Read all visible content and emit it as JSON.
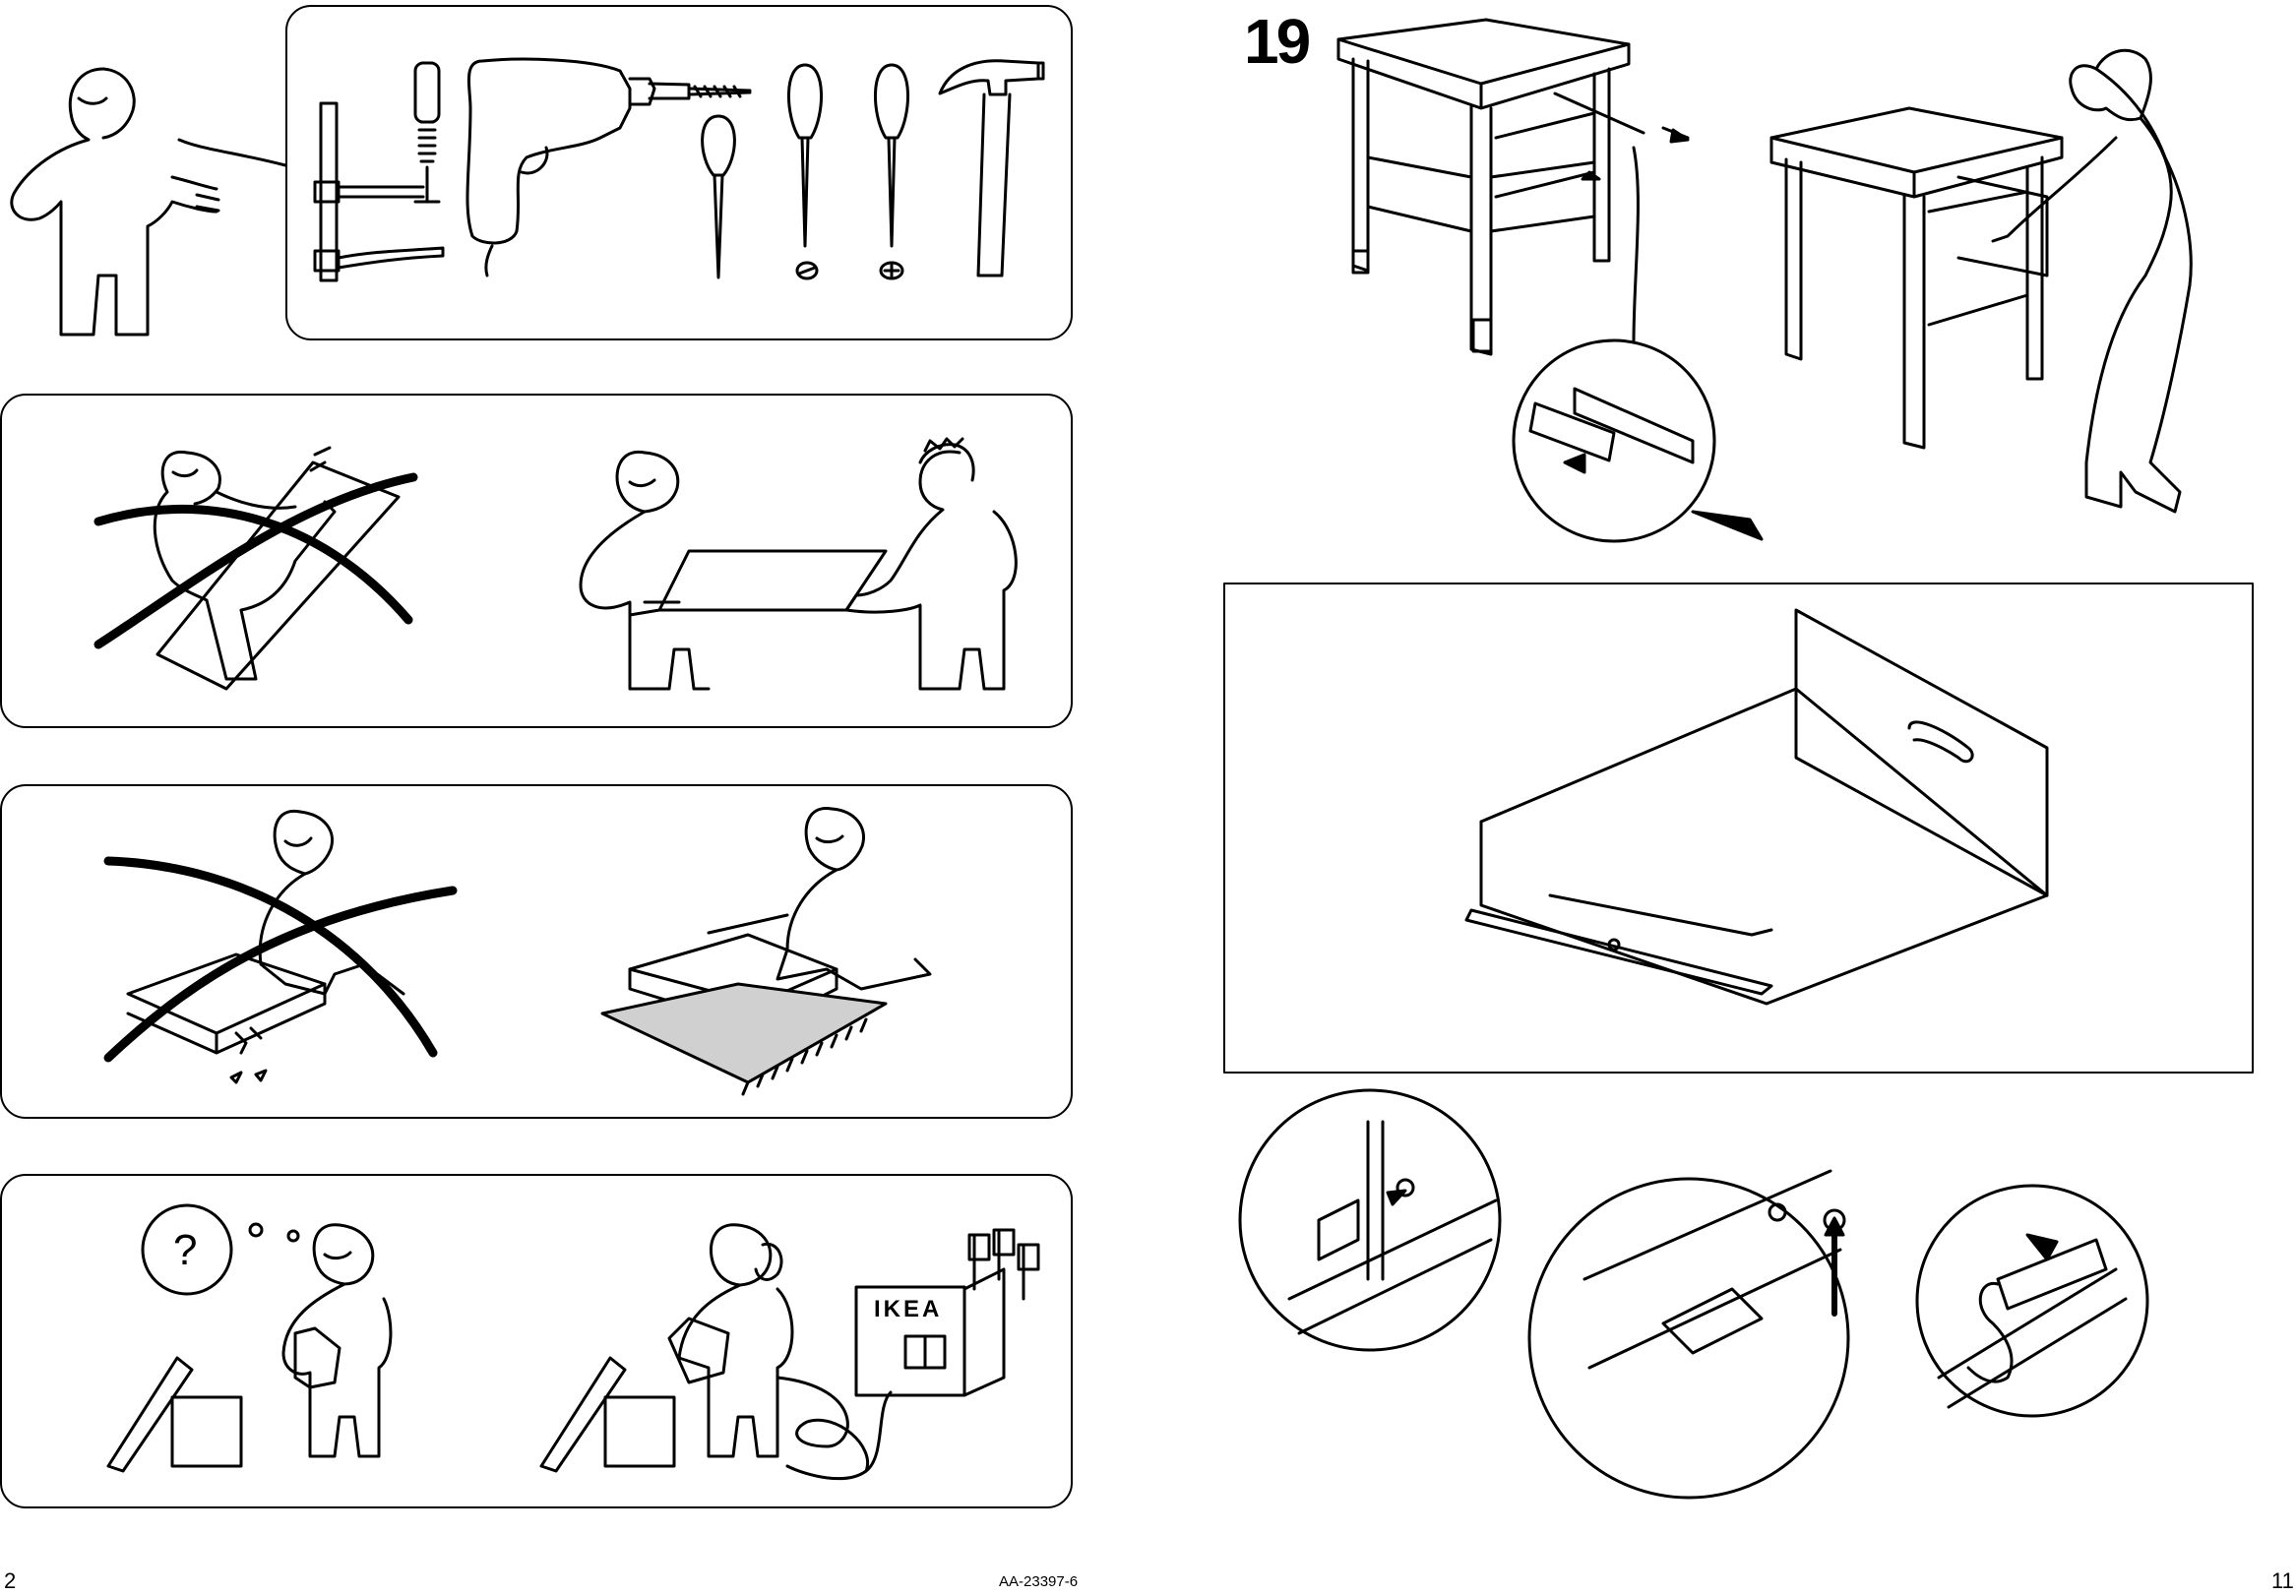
{
  "step": {
    "number": "19"
  },
  "footer": {
    "page_left": "2",
    "doc_code": "AA-23397-6",
    "page_right": "11"
  },
  "illustration_text": {
    "question_mark": "?",
    "store_sign": "IKEA"
  },
  "icons": {
    "panel1": [
      "mascot-pointing-icon",
      "bar-clamp-icon",
      "power-drill-icon",
      "awl-icon",
      "flathead-screwdriver-icon",
      "phillips-screwdriver-icon",
      "hammer-icon"
    ],
    "panel2": [
      "one-person-carry-crossed-icon",
      "two-person-carry-icon"
    ],
    "panel3": [
      "assembly-on-hard-floor-crossed-icon",
      "assembly-on-rug-icon"
    ],
    "panel4": [
      "confused-person-icon",
      "phone-ikea-store-icon"
    ],
    "step19": [
      "drawer-unit-icon",
      "rail-detail-circle-icon",
      "person-inserting-drawer-icon",
      "drawer-rail-closeup-icon",
      "rail-screw-detail-icon",
      "rail-clip-detail-icon",
      "rail-press-detail-icon"
    ]
  }
}
